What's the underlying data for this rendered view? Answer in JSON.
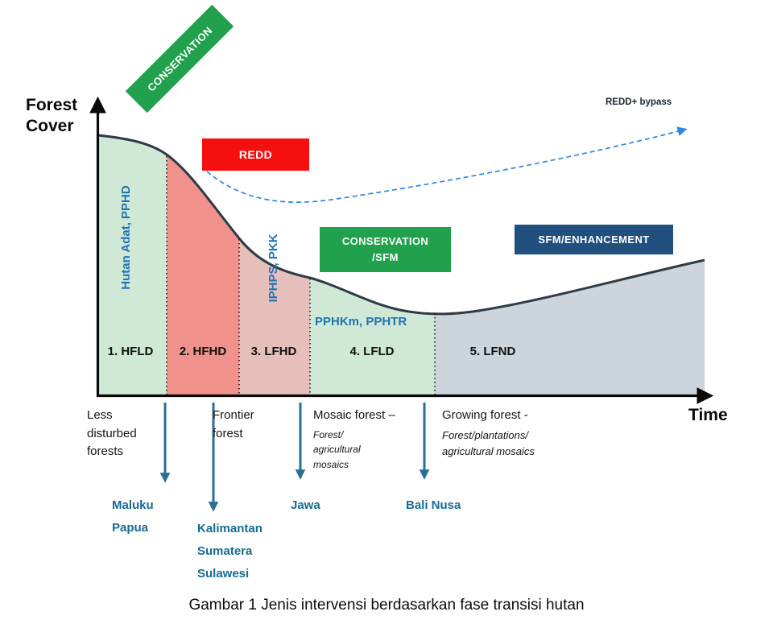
{
  "axes": {
    "y_label": "Forest\nCover",
    "x_label": "Time"
  },
  "badges": {
    "conservation": "CONSERVATION",
    "redd": "REDD",
    "conservation_sfm": "CONSERVATION\n/SFM",
    "sfm_enhancement": "SFM/ENHANCEMENT",
    "redd_bypass": "REDD+ bypass"
  },
  "phases": [
    {
      "label": "1. HFLD",
      "intervention": "Hutan Adat, PPHD"
    },
    {
      "label": "2. HFHD",
      "intervention": ""
    },
    {
      "label": "3. LFHD",
      "intervention": "IPHPS, PKK"
    },
    {
      "label": "4. LFLD",
      "intervention": "PPHKm, PPHTR"
    },
    {
      "label": "5. LFND",
      "intervention": ""
    }
  ],
  "forest_types": [
    {
      "title": "Less\ndisturbed\nforests",
      "subtitle": ""
    },
    {
      "title": "Frontier\nforest",
      "subtitle": ""
    },
    {
      "title": "Mosaic forest –",
      "subtitle": "Forest/\nagricultural\nmosaics"
    },
    {
      "title": "Growing forest -",
      "subtitle": "Forest/plantations/\nagricultural mosaics"
    }
  ],
  "regions": [
    {
      "label": "Maluku\nPapua"
    },
    {
      "label": "Kalimantan\nSumatera\nSulawesi"
    },
    {
      "label": "Jawa"
    },
    {
      "label": "Bali Nusa"
    }
  ],
  "caption": "Gambar 1 Jenis intervensi berdasarkan fase transisi hutan",
  "colors": {
    "phase1": "#cfe9d6",
    "phase2": "#f0928b",
    "phase3": "#e6beba",
    "phase4": "#cfe9d6",
    "phase5": "#ccd4dc",
    "curve": "#2e3b46",
    "green_badge": "#21a04d",
    "red_badge": "#f50f0f",
    "navy_badge": "#21507e",
    "arrow_blue": "#2a6f94",
    "intervention_blue": "#2273b4",
    "region_blue": "#166b93",
    "bypass_blue": "#2e86de"
  }
}
